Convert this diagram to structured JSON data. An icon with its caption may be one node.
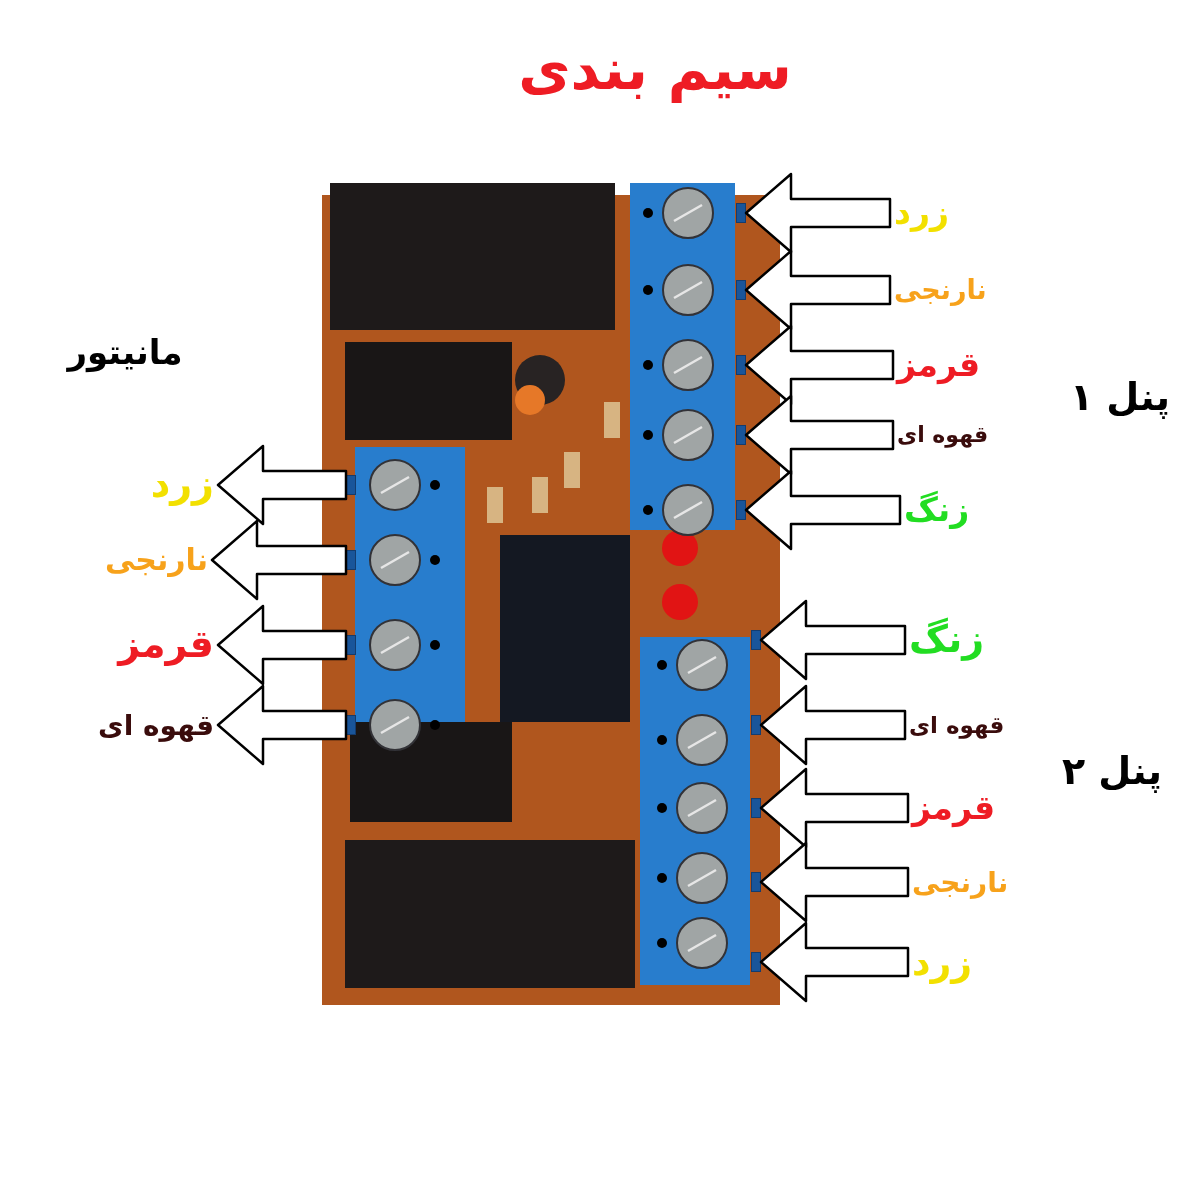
{
  "diagram": {
    "title": "سیم بندی",
    "nodes": [
      {
        "text": [],
        "shape": "picture"
      },
      {
        "text": [],
        "shape": "box",
        "in": 0
      },
      {
        "text": [],
        "shape": "box",
        "in": 0
      },
      {
        "text": [],
        "shape": "box",
        "in": 0
      },
      {
        "text": [],
        "shape": "box",
        "in": 0
      },
      {
        "text": [],
        "shape": "box",
        "in": 0
      },
      {
        "text": [],
        "shape": "box",
        "in": 0
      },
      {
        "text": [],
        "shape": "box",
        "in": 0
      },
      {
        "text": [],
        "shape": "box",
        "in": 0
      },
      {
        "text": [],
        "shape": "box",
        "in": 0
      },
      {
        "text": [],
        "shape": "box",
        "in": 0
      },
      {
        "text": [],
        "shape": "box",
        "in": 0
      },
      {
        "text": [],
        "shape": "box",
        "in": 0
      },
      {
        "text": [],
        "shape": "box",
        "in": 0
      },
      {
        "text": [],
        "shape": "box",
        "in": 0
      },
      {
        "text": [
          "زرد"
        ]
      },
      {
        "text": [
          "نارنجی"
        ]
      },
      {
        "text": [
          "قرمز"
        ]
      },
      {
        "text": [
          "قهوه ای"
        ]
      },
      {
        "text": [
          "زرد"
        ]
      },
      {
        "text": [
          "نارنجی"
        ]
      },
      {
        "text": [
          "قرمز"
        ]
      },
      {
        "text": [
          "قهوه ای"
        ]
      },
      {
        "text": [
          "زنگ"
        ]
      },
      {
        "text": [
          "زنگ"
        ]
      },
      {
        "text": [
          "قهوه ای"
        ]
      },
      {
        "text": [
          "قرمز"
        ]
      },
      {
        "text": [
          "نارنجی"
        ]
      },
      {
        "text": [
          "زرد"
        ]
      }
    ],
    "edges": [
      {
        "from": 1,
        "to": 15,
        "arrow": "to"
      },
      {
        "from": 2,
        "to": 16,
        "arrow": "to"
      },
      {
        "from": 3,
        "to": 17,
        "arrow": "to"
      },
      {
        "from": 4,
        "to": 18,
        "arrow": "to"
      },
      {
        "from": 19,
        "to": 5,
        "arrow": "to"
      },
      {
        "from": 20,
        "to": 6,
        "arrow": "to"
      },
      {
        "from": 21,
        "to": 7,
        "arrow": "to"
      },
      {
        "from": 22,
        "to": 8,
        "arrow": "to"
      },
      {
        "from": 23,
        "to": 9,
        "arrow": "to"
      },
      {
        "from": 24,
        "to": 10,
        "arrow": "to"
      },
      {
        "from": 25,
        "to": 11,
        "arrow": "to"
      },
      {
        "from": 26,
        "to": 12,
        "arrow": "to"
      },
      {
        "from": 27,
        "to": 13,
        "arrow": "to"
      },
      {
        "from": 28,
        "to": 14,
        "arrow": "to"
      }
    ],
    "labels": [
      "مانیتور",
      "پنل ۱",
      "پنل ۲"
    ]
  }
}
